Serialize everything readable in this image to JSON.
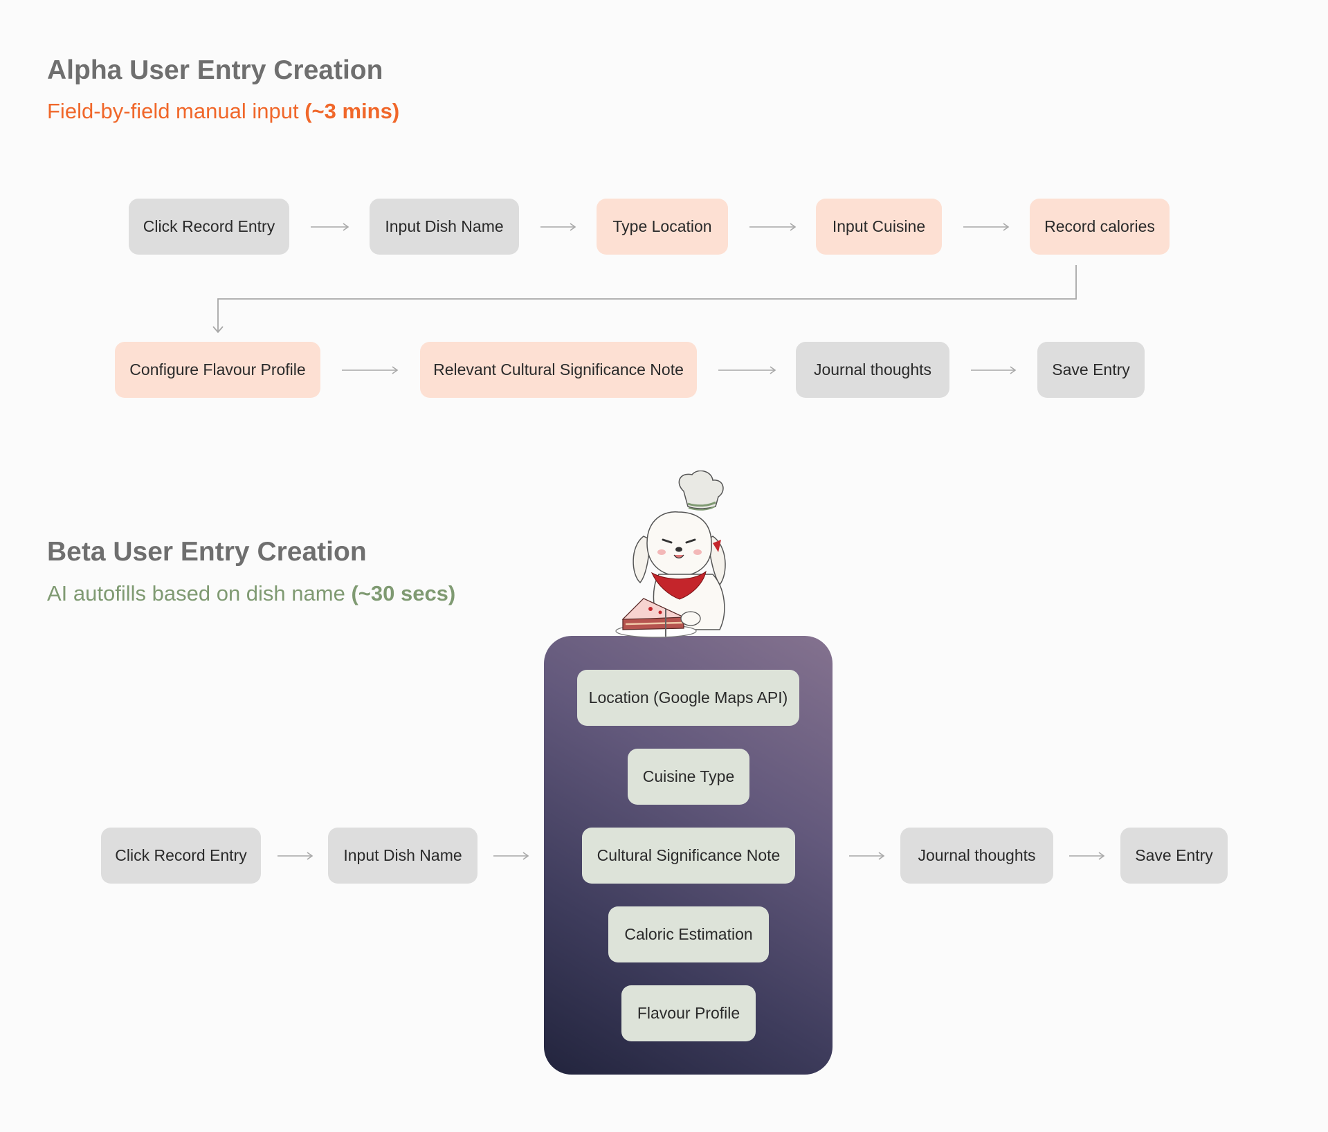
{
  "alpha": {
    "title": "Alpha User Entry Creation",
    "subtitle_text": "Field-by-field manual input ",
    "subtitle_time": "(~3 mins)",
    "row1": [
      "Click Record Entry",
      "Input Dish Name",
      "Type Location",
      "Input Cuisine",
      "Record calories"
    ],
    "row2": [
      "Configure Flavour Profile",
      "Relevant Cultural Significance Note",
      "Journal thoughts",
      "Save Entry"
    ]
  },
  "beta": {
    "title": "Beta User Entry Creation",
    "subtitle_text": "AI autofills based on dish name ",
    "subtitle_time": "(~30 secs)",
    "left": [
      "Click Record Entry",
      "Input Dish Name"
    ],
    "autofill": [
      "Location (Google Maps API)",
      "Cuisine Type",
      "Cultural Significance Note",
      "Caloric Estimation",
      "Flavour Profile"
    ],
    "right": [
      "Journal thoughts",
      "Save Entry"
    ]
  },
  "colors": {
    "alpha_accent": "#f0672a",
    "beta_accent": "#7f9a72",
    "step_gray": "#dddddd",
    "step_peach": "#fde0d3",
    "step_sage": "#dde3d9"
  }
}
